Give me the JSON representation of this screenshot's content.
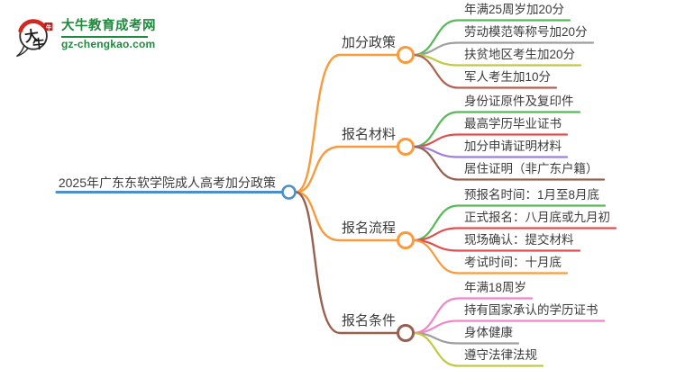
{
  "logo": {
    "title": "大牛教育成考网",
    "url": "gz-chengkao.com",
    "icon_char_top": "大",
    "icon_char_bottom": "牛",
    "seal_char": "牛",
    "brand_green": "#1f8a3d",
    "seal_red": "#cb1b17",
    "arc_red": "#d3281e"
  },
  "palette": {
    "background": "#ffffff",
    "text": "#3c3c3c",
    "root_blue": "#4a8fc7",
    "branch_orange": "#f79b3d",
    "branch_brown": "#96604f"
  },
  "mindmap": {
    "root": {
      "label": "2025年广东东软学院成人高考加分政策",
      "color": "#4a8fc7"
    },
    "branches": [
      {
        "label": "加分政策",
        "color": "#f79b3d",
        "children": [
          {
            "label": "年满25周岁加20分",
            "color": "#57b857"
          },
          {
            "label": "劳动模范等称号加20分",
            "color": "#9e9e9e"
          },
          {
            "label": "扶贫地区考生加20分",
            "color": "#c2c93f"
          },
          {
            "label": "军人考生加10分",
            "color": "#b06355"
          }
        ]
      },
      {
        "label": "报名材料",
        "color": "#f79b3d",
        "children": [
          {
            "label": "身份证原件及复印件",
            "color": "#57b857"
          },
          {
            "label": "最高学历毕业证书",
            "color": "#e04f4f"
          },
          {
            "label": "加分申请证明材料",
            "color": "#9f7fd9"
          },
          {
            "label": "居住证明（非广东户籍）",
            "color": "#96604f"
          }
        ]
      },
      {
        "label": "报名流程",
        "color": "#f79b3d",
        "children": [
          {
            "label": "预报名时间：1月至8月底",
            "color": "#57b857"
          },
          {
            "label": "正式报名：八月底或九月初",
            "color": "#e04f4f"
          },
          {
            "label": "现场确认：提交材料",
            "color": "#e04f4f"
          },
          {
            "label": "考试时间：十月底",
            "color": "#f79b3d"
          }
        ]
      },
      {
        "label": "报名条件",
        "color": "#96604f",
        "children": [
          {
            "label": "年满18周岁",
            "color": "#f285c5"
          },
          {
            "label": "持有国家承认的学历证书",
            "color": "#f285c5"
          },
          {
            "label": "身体健康",
            "color": "#9e9e9e"
          },
          {
            "label": "遵守法律法规",
            "color": "#c2c93f"
          }
        ]
      }
    ]
  }
}
